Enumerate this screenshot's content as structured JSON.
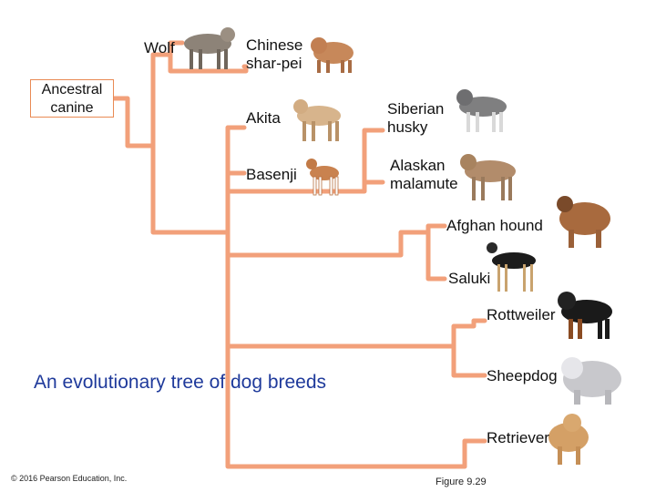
{
  "root_label": "Ancestral\ncanine",
  "breeds": {
    "wolf": "Wolf",
    "sharpei": "Chinese\nshar-pei",
    "akita": "Akita",
    "basenji": "Basenji",
    "husky": "Siberian\nhusky",
    "malamute": "Alaskan\nmalamute",
    "afghan": "Afghan hound",
    "saluki": "Saluki",
    "rottweiler": "Rottweiler",
    "sheepdog": "Sheepdog",
    "retriever": "Retriever"
  },
  "caption": "An evolutionary tree of dog breeds",
  "copyright": "© 2016 Pearson Education, Inc.",
  "figure_number": "Figure 9.29",
  "colors": {
    "branch": "#f2a07a",
    "caption": "#1f3a9b",
    "box_border": "#e98a54"
  }
}
